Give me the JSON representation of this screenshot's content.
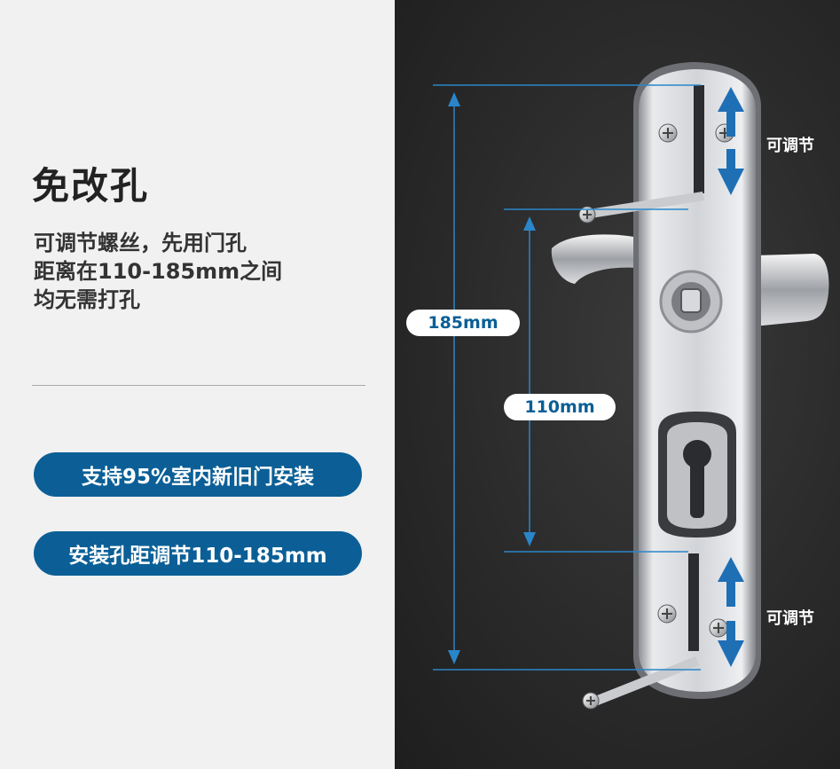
{
  "title": "免改孔",
  "description": {
    "line1": "可调节螺丝，先用门孔",
    "line2": "距离在110-185mm之间",
    "line3": "均无需打孔"
  },
  "badges": {
    "compat": "支持95%室内新旧门安装",
    "range": "安装孔距调节110-185mm"
  },
  "dimensions": {
    "outer": "185mm",
    "inner": "110mm"
  },
  "adjust_labels": {
    "top": "可调节",
    "bottom": "可调节"
  },
  "colors": {
    "accent": "#0b5f96",
    "arrow": "#1f6fb5"
  }
}
